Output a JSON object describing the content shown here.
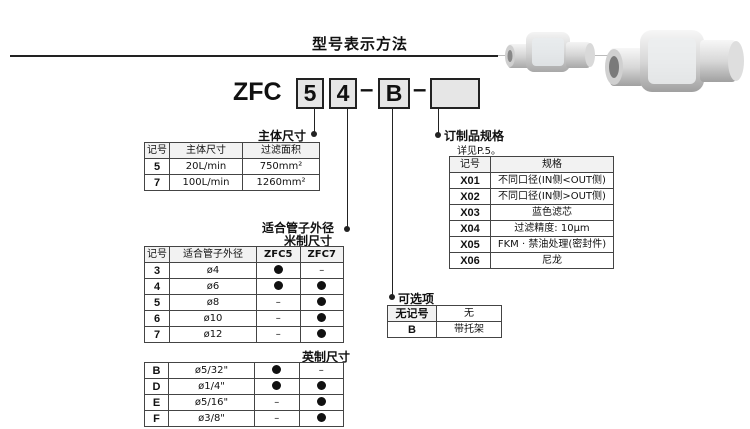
{
  "title": "型号表示方法",
  "model": {
    "prefix": "ZFC",
    "digit1": "5",
    "digit2": "4",
    "code": "B",
    "dash": "–"
  },
  "body_size": {
    "label": "主体尺寸",
    "headers": [
      "记号",
      "主体尺寸",
      "过滤面积"
    ],
    "rows": [
      [
        "5",
        "20L/min",
        "750mm²"
      ],
      [
        "7",
        "100L/min",
        "1260mm²"
      ]
    ]
  },
  "tube": {
    "label1": "适合管子外径",
    "label2": "米制尺寸",
    "headers": [
      "记号",
      "适合管子外径",
      "ZFC5",
      "ZFC7"
    ],
    "rows": [
      [
        "3",
        "ø4",
        "●",
        "–"
      ],
      [
        "4",
        "ø6",
        "●",
        "●"
      ],
      [
        "5",
        "ø8",
        "–",
        "●"
      ],
      [
        "6",
        "ø10",
        "–",
        "●"
      ],
      [
        "7",
        "ø12",
        "–",
        "●"
      ]
    ],
    "inch_label": "英制尺寸",
    "inch_rows": [
      [
        "B",
        "ø5/32\"",
        "●",
        "–"
      ],
      [
        "D",
        "ø1/4\"",
        "●",
        "●"
      ],
      [
        "E",
        "ø5/16\"",
        "–",
        "●"
      ],
      [
        "F",
        "ø3/8\"",
        "–",
        "●"
      ]
    ]
  },
  "option": {
    "label": "可选项",
    "rows": [
      [
        "无记号",
        "无"
      ],
      [
        "B",
        "带托架"
      ]
    ]
  },
  "custom": {
    "label": "订制品规格",
    "note": "详见P.5。",
    "headers": [
      "记号",
      "规格"
    ],
    "rows": [
      [
        "X01",
        "不同口径(IN侧<OUT侧)"
      ],
      [
        "X02",
        "不同口径(IN侧>OUT侧)"
      ],
      [
        "X03",
        "蓝色滤芯"
      ],
      [
        "X04",
        "过滤精度: 10μm"
      ],
      [
        "X05",
        "FKM · 禁油处理(密封件)"
      ],
      [
        "X06",
        "尼龙"
      ]
    ]
  }
}
